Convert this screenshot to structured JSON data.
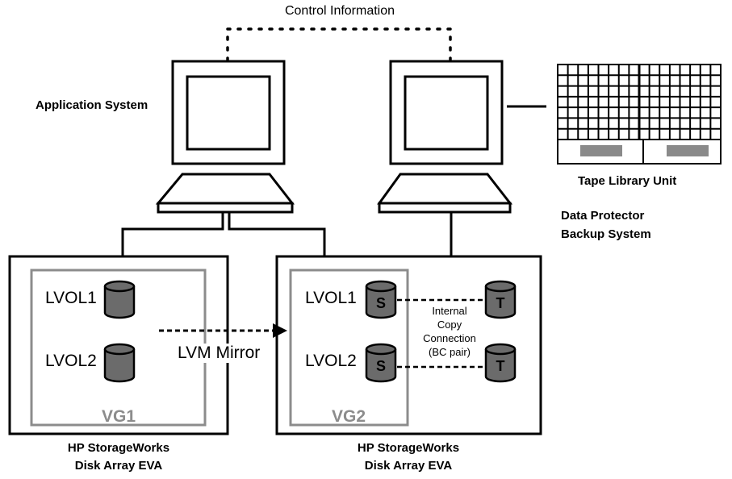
{
  "labels": {
    "control_information": "Control Information",
    "application_system": "Application System",
    "tape_library_unit": "Tape Library Unit",
    "data_protector_line1": "Data Protector",
    "data_protector_line2": "Backup System",
    "lvm_mirror": "LVM Mirror",
    "internal_copy_line1": "Internal",
    "internal_copy_line2": "Copy",
    "internal_copy_line3": "Connection",
    "internal_copy_line4": "(BC pair)",
    "left_array_line1": "HP StorageWorks",
    "left_array_line2": "Disk Array EVA",
    "right_array_line1": "HP StorageWorks",
    "right_array_line2": "Disk Array EVA"
  },
  "left_array": {
    "volume_group": "VG1",
    "volumes": [
      "LVOL1",
      "LVOL2"
    ]
  },
  "right_array": {
    "volume_group": "VG2",
    "volumes": [
      "LVOL1",
      "LVOL2"
    ],
    "source_marker": "S",
    "target_marker": "T"
  },
  "colors": {
    "line": "#000000",
    "cylinder_fill": "#6b6b6b",
    "vg_box": "#8c8c8c",
    "tape_slot": "#8a8a8a"
  }
}
